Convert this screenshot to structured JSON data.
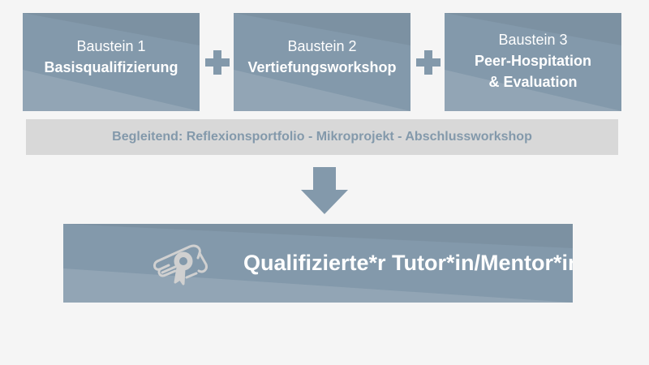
{
  "modules": [
    {
      "line1": "Baustein 1",
      "line2": "Basisqualifizierung",
      "line3": ""
    },
    {
      "line1": "Baustein 2",
      "line2": "Vertiefungsworkshop",
      "line3": ""
    },
    {
      "line1": "Baustein 3",
      "line2": "Peer-Hospitation",
      "line3": "& Evaluation"
    }
  ],
  "accompanying": "Begleitend: Reflexionsportfolio - Mikroprojekt - Abschlussworkshop",
  "result": {
    "label": "Qualifizierte*r Tutor*in/Mentor*in"
  },
  "colors": {
    "box": "#8399ab",
    "bar": "#d8d8d8",
    "text_accent": "#8399ab",
    "icon": "#d0d0d0"
  },
  "icons": {
    "connector": "plus-icon",
    "flow": "down-arrow-icon",
    "result": "certificate-icon"
  }
}
